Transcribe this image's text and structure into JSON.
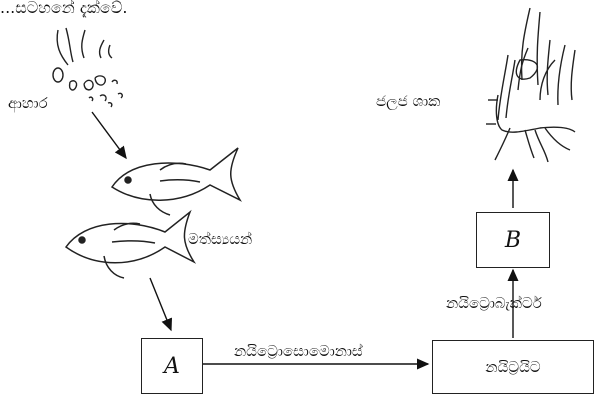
{
  "header_fragment": "...සටහනේ දැක්වේ.",
  "labels": {
    "food": "ආහාර",
    "fish": "මත්ස්‍යයන්",
    "aquatic_plant": "ජලජ ශාක",
    "nitrosomonas": "නයිට්‍රොසොමොනාස්",
    "nitrobacter": "නයිට්‍රොබැක්ටර්"
  },
  "boxes": {
    "a": "A",
    "b": "B",
    "nitrite": "නයිට්‍රයිට"
  }
}
